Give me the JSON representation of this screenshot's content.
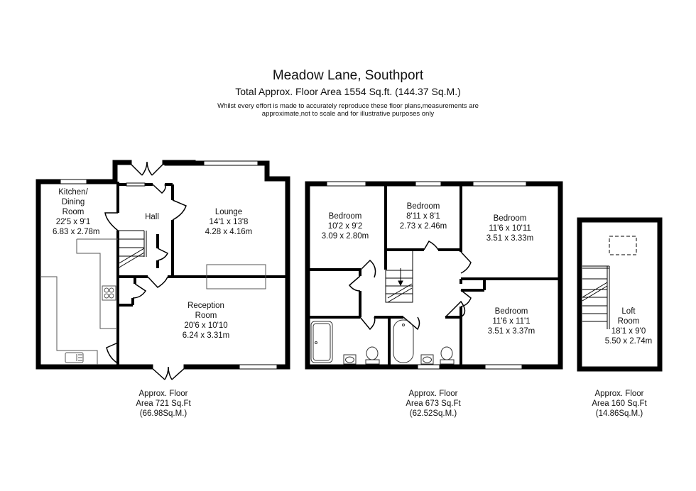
{
  "header": {
    "title": "Meadow Lane, Southport",
    "subtitle": "Total Approx. Floor Area 1554 Sq.ft. (144.37 Sq.M.)",
    "disclaimer_line1": "Whilst every effort is made to accurately reproduce these floor plans,measurements are",
    "disclaimer_line2": "approximate,not to scale and for illustrative purposes only"
  },
  "floors": [
    {
      "name": "ground",
      "rooms": [
        {
          "name_line1": "Kitchen/",
          "name_line2": "Dining",
          "name_line3": "Room",
          "imperial": "22'5 x 9'1",
          "metric": "6.83 x 2.78m"
        },
        {
          "name_line1": "Hall"
        },
        {
          "name_line1": "Lounge",
          "imperial": "14'1 x 13'8",
          "metric": "4.28 x 4.16m"
        },
        {
          "name_line1": "Reception",
          "name_line2": "Room",
          "imperial": "20'6 x 10'10",
          "metric": "6.24 x 3.31m"
        }
      ],
      "area_line1": "Approx. Floor",
      "area_line2": "Area 721 Sq.Ft",
      "area_line3": "(66.98Sq.M.)"
    },
    {
      "name": "first",
      "rooms": [
        {
          "name_line1": "Bedroom",
          "imperial": "10'2 x 9'2",
          "metric": "3.09 x 2.80m"
        },
        {
          "name_line1": "Bedroom",
          "imperial": "8'11 x 8'1",
          "metric": "2.73 x 2.46m"
        },
        {
          "name_line1": "Bedroom",
          "imperial": "11'6 x 10'11",
          "metric": "3.51 x 3.33m"
        },
        {
          "name_line1": "Bedroom",
          "imperial": "11'6 x 11'1",
          "metric": "3.51 x 3.37m"
        }
      ],
      "area_line1": "Approx. Floor",
      "area_line2": "Area 673 Sq.Ft",
      "area_line3": "(62.52Sq.M.)"
    },
    {
      "name": "loft",
      "rooms": [
        {
          "name_line1": "Loft",
          "name_line2": "Room",
          "imperial": "18'1 x 9'0",
          "metric": "5.50 x 2.74m"
        }
      ],
      "area_line1": "Approx. Floor",
      "area_line2": "Area 160 Sq.Ft",
      "area_line3": "(14.86Sq.M.)"
    }
  ],
  "colors": {
    "wall": "#000000",
    "line": "#555555",
    "background": "#ffffff"
  }
}
